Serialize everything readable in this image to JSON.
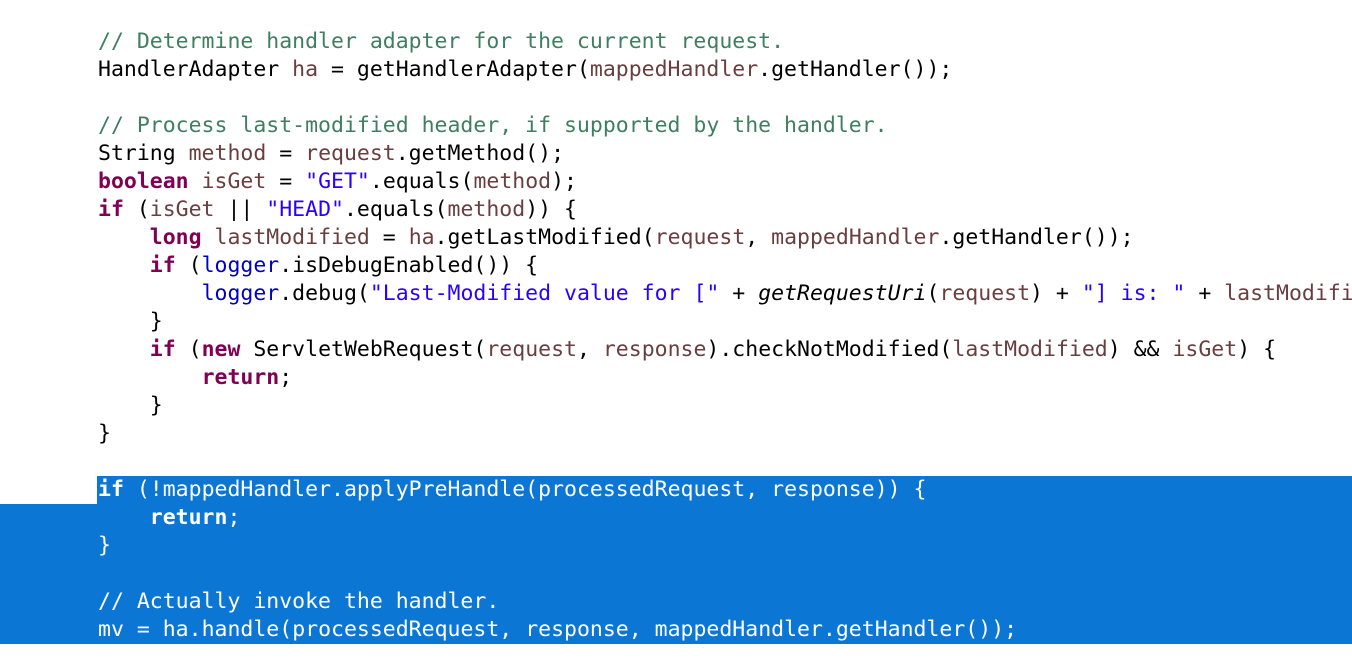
{
  "editor": {
    "language": "java",
    "colors": {
      "selection": "#0b76d4",
      "comment": "#3f7f5f",
      "keyword": "#7f0055",
      "string": "#2a00ff",
      "variable": "#6a3e3e",
      "field": "#0000c0"
    },
    "lines": [
      {
        "indent": 0,
        "selected": false,
        "tokens": [
          {
            "t": "comment",
            "v": "// Determine handler adapter for the current request."
          }
        ]
      },
      {
        "indent": 0,
        "selected": false,
        "tokens": [
          {
            "t": "plain",
            "v": "HandlerAdapter "
          },
          {
            "t": "var",
            "v": "ha"
          },
          {
            "t": "plain",
            "v": " = getHandlerAdapter("
          },
          {
            "t": "var",
            "v": "mappedHandler"
          },
          {
            "t": "plain",
            "v": ".getHandler());"
          }
        ]
      },
      {
        "indent": 0,
        "selected": false,
        "tokens": []
      },
      {
        "indent": 0,
        "selected": false,
        "tokens": [
          {
            "t": "comment",
            "v": "// Process last-modified header, if supported by the handler."
          }
        ]
      },
      {
        "indent": 0,
        "selected": false,
        "tokens": [
          {
            "t": "plain",
            "v": "String "
          },
          {
            "t": "var",
            "v": "method"
          },
          {
            "t": "plain",
            "v": " = "
          },
          {
            "t": "var",
            "v": "request"
          },
          {
            "t": "plain",
            "v": ".getMethod();"
          }
        ]
      },
      {
        "indent": 0,
        "selected": false,
        "tokens": [
          {
            "t": "keyword",
            "v": "boolean"
          },
          {
            "t": "plain",
            "v": " "
          },
          {
            "t": "var",
            "v": "isGet"
          },
          {
            "t": "plain",
            "v": " = "
          },
          {
            "t": "string",
            "v": "\"GET\""
          },
          {
            "t": "plain",
            "v": ".equals("
          },
          {
            "t": "var",
            "v": "method"
          },
          {
            "t": "plain",
            "v": ");"
          }
        ]
      },
      {
        "indent": 0,
        "selected": false,
        "tokens": [
          {
            "t": "keyword",
            "v": "if"
          },
          {
            "t": "plain",
            "v": " ("
          },
          {
            "t": "var",
            "v": "isGet"
          },
          {
            "t": "plain",
            "v": " || "
          },
          {
            "t": "string",
            "v": "\"HEAD\""
          },
          {
            "t": "plain",
            "v": ".equals("
          },
          {
            "t": "var",
            "v": "method"
          },
          {
            "t": "plain",
            "v": ")) {"
          }
        ]
      },
      {
        "indent": 1,
        "selected": false,
        "tokens": [
          {
            "t": "keyword",
            "v": "long"
          },
          {
            "t": "plain",
            "v": " "
          },
          {
            "t": "var",
            "v": "lastModified"
          },
          {
            "t": "plain",
            "v": " = "
          },
          {
            "t": "var",
            "v": "ha"
          },
          {
            "t": "plain",
            "v": ".getLastModified("
          },
          {
            "t": "var",
            "v": "request"
          },
          {
            "t": "plain",
            "v": ", "
          },
          {
            "t": "var",
            "v": "mappedHandler"
          },
          {
            "t": "plain",
            "v": ".getHandler());"
          }
        ]
      },
      {
        "indent": 1,
        "selected": false,
        "tokens": [
          {
            "t": "keyword",
            "v": "if"
          },
          {
            "t": "plain",
            "v": " ("
          },
          {
            "t": "field",
            "v": "logger"
          },
          {
            "t": "plain",
            "v": ".isDebugEnabled()) {"
          }
        ]
      },
      {
        "indent": 2,
        "selected": false,
        "tokens": [
          {
            "t": "field",
            "v": "logger"
          },
          {
            "t": "plain",
            "v": ".debug("
          },
          {
            "t": "string",
            "v": "\"Last-Modified value for [\""
          },
          {
            "t": "plain",
            "v": " + "
          },
          {
            "t": "static",
            "v": "getRequestUri"
          },
          {
            "t": "plain",
            "v": "("
          },
          {
            "t": "var",
            "v": "request"
          },
          {
            "t": "plain",
            "v": ") + "
          },
          {
            "t": "string",
            "v": "\"] is: \""
          },
          {
            "t": "plain",
            "v": " + "
          },
          {
            "t": "var",
            "v": "lastModified"
          },
          {
            "t": "plain",
            "v": ");"
          }
        ]
      },
      {
        "indent": 1,
        "selected": false,
        "tokens": [
          {
            "t": "plain",
            "v": "}"
          }
        ]
      },
      {
        "indent": 1,
        "selected": false,
        "tokens": [
          {
            "t": "keyword",
            "v": "if"
          },
          {
            "t": "plain",
            "v": " ("
          },
          {
            "t": "keyword",
            "v": "new"
          },
          {
            "t": "plain",
            "v": " ServletWebRequest("
          },
          {
            "t": "var",
            "v": "request"
          },
          {
            "t": "plain",
            "v": ", "
          },
          {
            "t": "var",
            "v": "response"
          },
          {
            "t": "plain",
            "v": ").checkNotModified("
          },
          {
            "t": "var",
            "v": "lastModified"
          },
          {
            "t": "plain",
            "v": ") && "
          },
          {
            "t": "var",
            "v": "isGet"
          },
          {
            "t": "plain",
            "v": ") {"
          }
        ]
      },
      {
        "indent": 2,
        "selected": false,
        "tokens": [
          {
            "t": "keyword",
            "v": "return"
          },
          {
            "t": "plain",
            "v": ";"
          }
        ]
      },
      {
        "indent": 1,
        "selected": false,
        "tokens": [
          {
            "t": "plain",
            "v": "}"
          }
        ]
      },
      {
        "indent": 0,
        "selected": false,
        "tokens": [
          {
            "t": "plain",
            "v": "}"
          }
        ]
      },
      {
        "indent": 0,
        "selected": false,
        "tokens": []
      },
      {
        "indent": 0,
        "selected": true,
        "tokens": [
          {
            "t": "keyword",
            "v": "if"
          },
          {
            "t": "plain",
            "v": " (!"
          },
          {
            "t": "var",
            "v": "mappedHandler"
          },
          {
            "t": "plain",
            "v": ".applyPreHandle("
          },
          {
            "t": "var",
            "v": "processedRequest"
          },
          {
            "t": "plain",
            "v": ", "
          },
          {
            "t": "var",
            "v": "response"
          },
          {
            "t": "plain",
            "v": ")) {"
          }
        ]
      },
      {
        "indent": 1,
        "selected": true,
        "tokens": [
          {
            "t": "keyword",
            "v": "return"
          },
          {
            "t": "plain",
            "v": ";"
          }
        ]
      },
      {
        "indent": 0,
        "selected": true,
        "tokens": [
          {
            "t": "plain",
            "v": "}"
          }
        ]
      },
      {
        "indent": 0,
        "selected": true,
        "tokens": []
      },
      {
        "indent": 0,
        "selected": true,
        "tokens": [
          {
            "t": "comment",
            "v": "// Actually invoke the handler."
          }
        ]
      },
      {
        "indent": 0,
        "selected": true,
        "tokens": [
          {
            "t": "var",
            "v": "mv"
          },
          {
            "t": "plain",
            "v": " = "
          },
          {
            "t": "var",
            "v": "ha"
          },
          {
            "t": "plain",
            "v": ".handle("
          },
          {
            "t": "var",
            "v": "processedRequest"
          },
          {
            "t": "plain",
            "v": ", "
          },
          {
            "t": "var",
            "v": "response"
          },
          {
            "t": "plain",
            "v": ", "
          },
          {
            "t": "var",
            "v": "mappedHandler"
          },
          {
            "t": "plain",
            "v": ".getHandler());"
          }
        ]
      }
    ]
  }
}
